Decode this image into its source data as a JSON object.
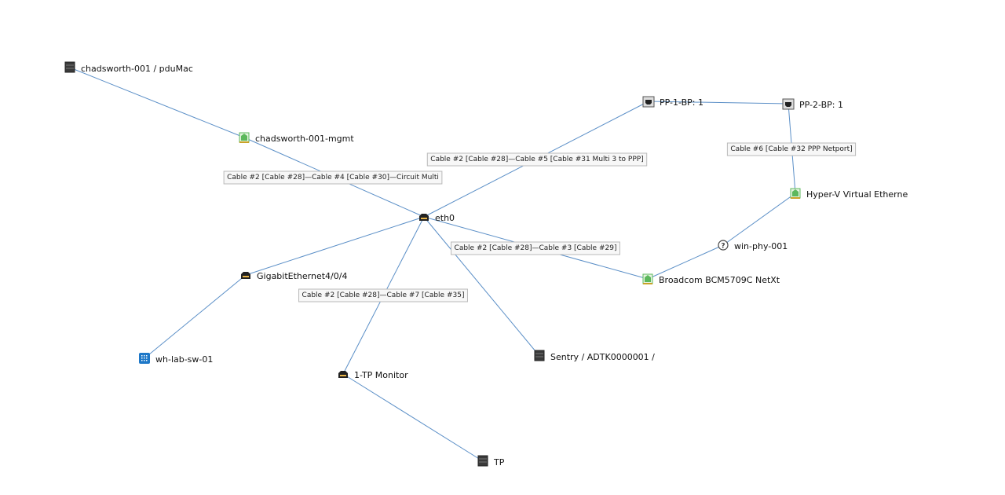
{
  "nodes": [
    {
      "id": "pdu",
      "label": "chadsworth-001 / pduMac",
      "icon": "server-icon"
    },
    {
      "id": "mgmt",
      "label": "chadsworth-001-mgmt",
      "icon": "network-card-icon"
    },
    {
      "id": "eth0",
      "label": "eth0",
      "icon": "ethernet-port-icon"
    },
    {
      "id": "pp1",
      "label": "PP-1-BP: 1",
      "icon": "patch-panel-port-icon"
    },
    {
      "id": "pp2",
      "label": "PP-2-BP: 1",
      "icon": "patch-panel-port-icon"
    },
    {
      "id": "hyperv",
      "label": "Hyper-V Virtual Etherne",
      "icon": "network-card-icon"
    },
    {
      "id": "winphy",
      "label": "win-phy-001",
      "icon": "unknown-device-icon"
    },
    {
      "id": "broadcom",
      "label": "Broadcom BCM5709C NetXt",
      "icon": "network-card-icon"
    },
    {
      "id": "gig",
      "label": "GigabitEthernet4/0/4",
      "icon": "ethernet-port-icon"
    },
    {
      "id": "whlab",
      "label": "wh-lab-sw-01",
      "icon": "switch-icon"
    },
    {
      "id": "tpmon",
      "label": "1-TP Monitor",
      "icon": "ethernet-port-icon"
    },
    {
      "id": "tp",
      "label": "TP",
      "icon": "server-icon"
    },
    {
      "id": "sentry",
      "label": "Sentry / ADTK0000001 /",
      "icon": "server-icon"
    }
  ],
  "edges": [
    {
      "from": "pdu",
      "to": "mgmt"
    },
    {
      "from": "mgmt",
      "to": "eth0",
      "label": "Cable #2 [Cable #28]—Cable #4 [Cable #30]—Circuit Multi"
    },
    {
      "from": "eth0",
      "to": "pp1",
      "label": "Cable #2 [Cable #28]—Cable #5 [Cable #31 Multi 3 to PPP]"
    },
    {
      "from": "pp1",
      "to": "pp2"
    },
    {
      "from": "pp2",
      "to": "hyperv",
      "label": "Cable #6 [Cable #32 PPP Netport]"
    },
    {
      "from": "hyperv",
      "to": "winphy"
    },
    {
      "from": "winphy",
      "to": "broadcom"
    },
    {
      "from": "eth0",
      "to": "broadcom",
      "label": "Cable #2 [Cable #28]—Cable #3 [Cable #29]"
    },
    {
      "from": "eth0",
      "to": "gig"
    },
    {
      "from": "gig",
      "to": "whlab"
    },
    {
      "from": "eth0",
      "to": "tpmon",
      "label": "Cable #2 [Cable #28]—Cable #7 [Cable #35]"
    },
    {
      "from": "tpmon",
      "to": "tp"
    },
    {
      "from": "eth0",
      "to": "sentry"
    }
  ],
  "colors": {
    "edge": "#5b8fc7",
    "server": "#3a3a3a",
    "nic": "#5cb85c",
    "switch": "#1e78c8",
    "patch": "#555555"
  }
}
